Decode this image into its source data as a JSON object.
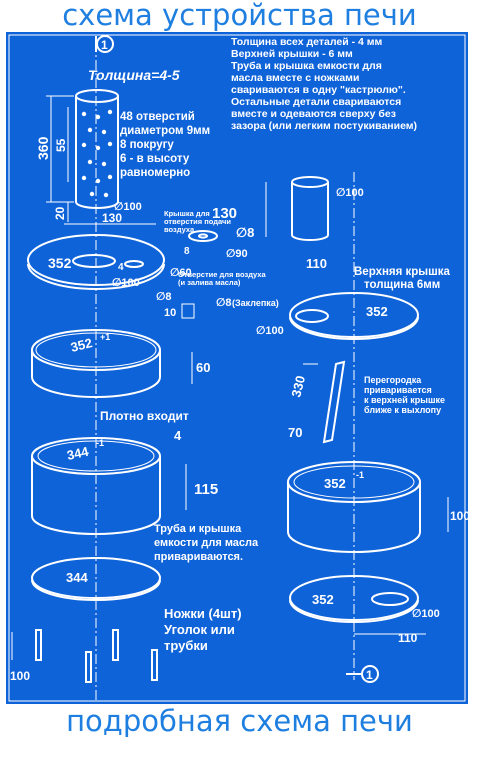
{
  "captions": {
    "top": "схема устройства печи",
    "bottom": "подробная схема печи"
  },
  "notes": {
    "general": [
      "Толщина всех деталей - 4 мм",
      "Верхней крышки - 6 мм",
      "Труба и крышка емкости для",
      "масла вместе с ножками",
      "свариваются в одну \"кастрюлю\".",
      "Остальные детали свариваются",
      "вместе и одеваются сверху без",
      "зазора (или легким постукиванием)"
    ],
    "holes": [
      "48 отверстий",
      "диаметром 9мм",
      "8 покругу",
      "6 - в высоту",
      "равномерно"
    ],
    "air_inlet": [
      "Крышка для",
      "отверстия подачи",
      "воздуха"
    ],
    "air_hole": [
      "Отверстие для воздуха",
      "(и залива масла)"
    ],
    "plug": "(Заклепка)",
    "tight_fit": "Плотно входит",
    "weld": [
      "Труба и крышка",
      "емкости для масла",
      "привариваются."
    ],
    "legs": [
      "Ножки (4шт)",
      "Уголок или",
      "трубки"
    ],
    "top_cover": [
      "Верхняя крышка",
      "толщина 6мм"
    ],
    "partition": [
      "Перегородка",
      "приваривается",
      "к верхней крышке",
      "ближе к выхлопу"
    ],
    "thickness": "Толщина=4-5"
  },
  "dims": {
    "marker": "1",
    "h360": "360",
    "h55": "55",
    "h20": "20",
    "d100_pipe": "∅100",
    "w130": "130",
    "d352_lid": "352",
    "d4": "4",
    "d100_lid": "∅100",
    "d60": "∅60",
    "d8_hole": "∅8",
    "d8_cap": "∅8",
    "h8": "8",
    "d90": "∅90",
    "d8_rivet": "∅8",
    "w10": "10",
    "d352_ring": "352",
    "sup_ring": "+1",
    "h60": "60",
    "d344_ring": "344",
    "sup_ring2": "-1",
    "w4": "4",
    "h115": "115",
    "d344_bottom": "344",
    "h100_leg": "100",
    "h130_right": "130",
    "d100_right": "∅100",
    "w110_top": "110",
    "d352_top": "352",
    "d100_top": "∅100",
    "h330": "330",
    "h70": "70",
    "d352_rcyl": "352",
    "sup_rcyl": "-1",
    "h100_rcyl": "100",
    "d352_rbot": "352",
    "d100_rbot": "∅100",
    "w110_bottom": "110"
  }
}
